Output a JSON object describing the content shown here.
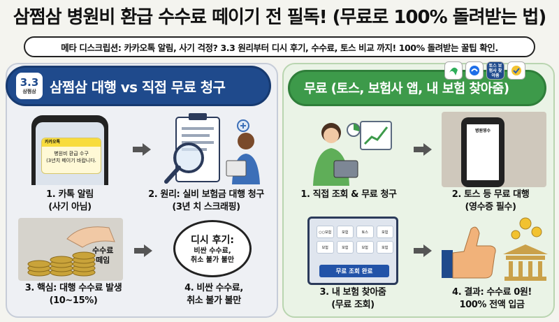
{
  "title": "삼쩜삼 병원비 환급 수수료 떼이기 전 필독! (무료로 100% 돌려받는 법)",
  "meta": "메타 디스크립션: 카카오톡 알림, 사기 걱정? 3.3 원리부터 디시 후기, 수수료, 토스 비교 까지! 100% 돌려받는 꿀팁 확인.",
  "left": {
    "badge_num": "3.3",
    "badge_sub": "삼쩜삼",
    "header": "삼쩜삼 대행 vs 직접 무료 청구",
    "kakao_header": "카카오톡",
    "kakao_body1": "병원비 환급 수구",
    "kakao_body2": "(3년치 떼이기 바랍니다.",
    "step1_line1": "1. 카톡 알림",
    "step1_line2": "(사기 아님)",
    "step2_line1": "2. 원리: 실비 보험금 대행 청구",
    "step2_line2": "(3년 치 스크래핑)",
    "coin_label1": "수수료",
    "coin_label2": "떼임",
    "step3_line1": "3. 핵심: 대행 수수료 발생",
    "step3_line2": "(10~15%)",
    "bubble_head": "디시 후기:",
    "bubble_body1": "비싼 수수료,",
    "bubble_body2": "취소 불가 불만",
    "step4_line1": "4. 비싼 수수료,",
    "step4_line2": "취소 불가 불만"
  },
  "right": {
    "header": "무료 (토스, 보험사 앱, 내 보험 찾아줌)",
    "app_icon_toss": "토스 보험사 찾아줌",
    "receipt_title": "병원영수",
    "step1_line1": "1. 직접 조회 & 무료 청구",
    "step2_line1": "2. 토스 등 무료 대행",
    "step2_line2": "(영수증 필수)",
    "ins_items": [
      "○○보험",
      "보험",
      "토스",
      "보험",
      "보험",
      "보험",
      "보험",
      "보험"
    ],
    "ins_button": "무료 조회 완료",
    "step3_line1": "3. 내 보험 찾아줌",
    "step3_line2": "(무료 조회)",
    "step4_line1": "4. 결과: 수수료 0원!",
    "step4_line2": "100% 전액 입금"
  }
}
